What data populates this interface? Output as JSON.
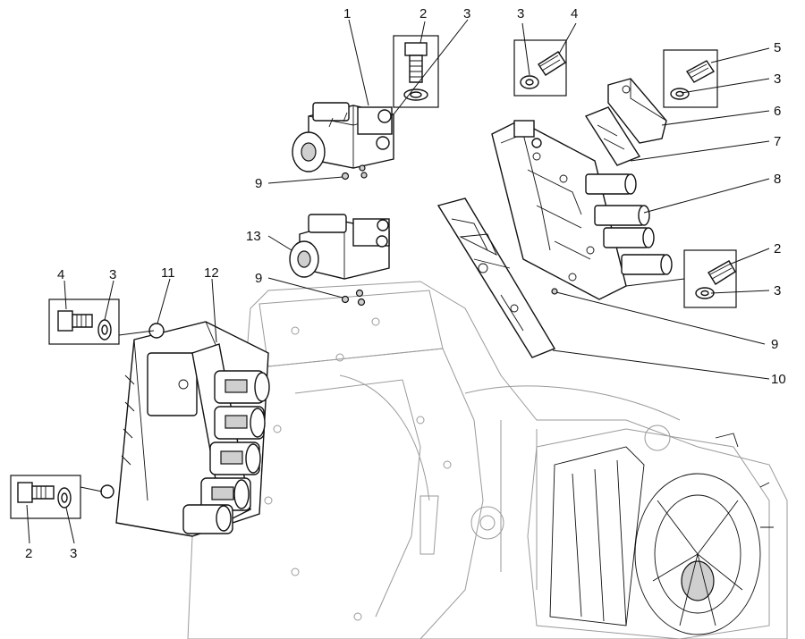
{
  "diagram": {
    "callouts": {
      "c1": "1",
      "c2a": "2",
      "c3a": "3",
      "c3b": "3",
      "c4a": "4",
      "c5": "5",
      "c3c": "3",
      "c6": "6",
      "c7": "7",
      "c8": "8",
      "c9a": "9",
      "c13": "13",
      "c9b": "9",
      "c4b": "4",
      "c3d": "3",
      "c11": "11",
      "c12": "12",
      "c2b": "2",
      "c3e": "3",
      "c2c": "2",
      "c3f": "3",
      "c9c": "9",
      "c10": "10"
    }
  }
}
